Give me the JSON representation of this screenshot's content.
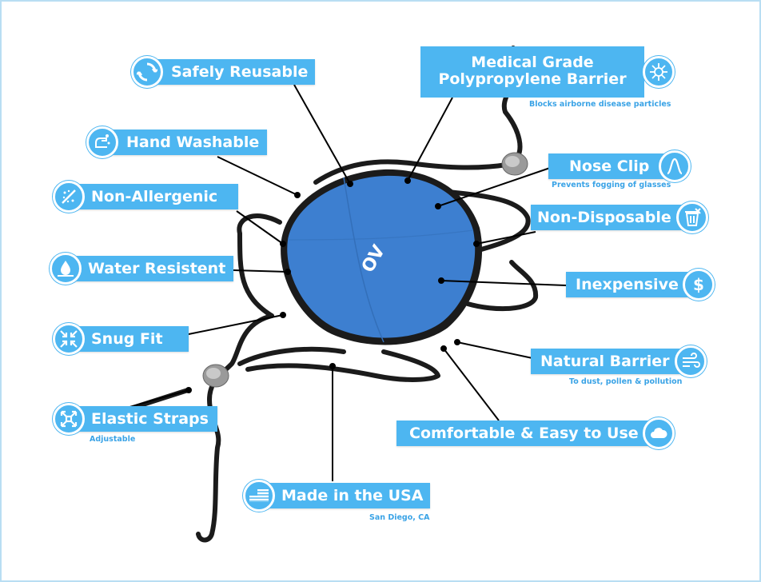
{
  "colors": {
    "accent": "#4db6f1",
    "frame": "#b9def3",
    "mask": "#3d7fd0",
    "strap": "#1b1b1b"
  },
  "mask_logo": "OV",
  "labels": {
    "safely_reusable": {
      "title": "Safely Reusable",
      "icon": "recycle-icon"
    },
    "hand_washable": {
      "title": "Hand Washable",
      "icon": "washing-hands-icon"
    },
    "non_allergenic": {
      "title": "Non-Allergenic",
      "icon": "no-allergen-icon"
    },
    "water_resistent": {
      "title": "Water Resistent",
      "icon": "water-drop-icon"
    },
    "snug_fit": {
      "title": "Snug Fit",
      "icon": "compress-arrows-icon"
    },
    "elastic_straps": {
      "title": "Elastic Straps",
      "subtitle": "Adjustable",
      "icon": "stretch-arrows-icon"
    },
    "made_in_usa": {
      "title": "Made in the USA",
      "subtitle": "San Diego, CA",
      "icon": "us-flag-icon"
    },
    "medical_grade": {
      "title_line1": "Medical Grade",
      "title_line2": "Polypropylene Barrier",
      "subtitle": "Blocks airborne disease particles",
      "icon": "virus-icon"
    },
    "nose_clip": {
      "title": "Nose Clip",
      "subtitle": "Prevents fogging of glasses",
      "icon": "nose-icon"
    },
    "non_disposable": {
      "title": "Non-Disposable",
      "icon": "no-trash-icon"
    },
    "inexpensive": {
      "title": "Inexpensive",
      "icon": "dollar-icon"
    },
    "natural_barrier": {
      "title": "Natural Barrier",
      "subtitle": "To dust, pollen & pollution",
      "icon": "wind-icon"
    },
    "comfortable": {
      "title": "Comfortable & Easy to Use",
      "icon": "cloud-icon"
    }
  }
}
